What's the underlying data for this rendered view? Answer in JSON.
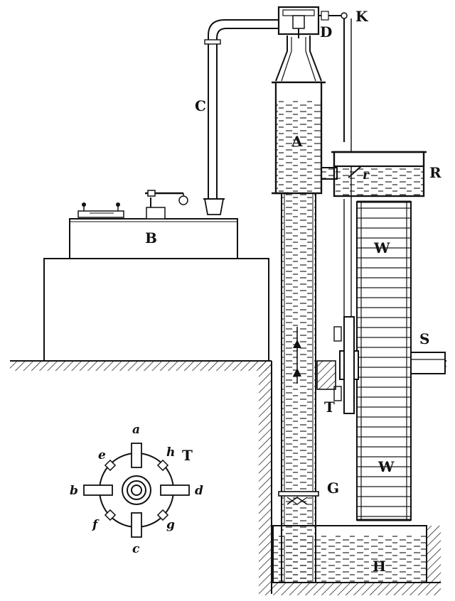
{
  "labels": {
    "A": "A",
    "B": "B",
    "C": "C",
    "D": "D",
    "K": "K",
    "R": "R",
    "r": "r",
    "W1": "W",
    "W2": "W",
    "S": "S",
    "T": "T",
    "G": "G",
    "H": "H",
    "inset_T": "T",
    "inset_a": "a",
    "inset_b": "b",
    "inset_c": "c",
    "inset_d": "d",
    "inset_e": "e",
    "inset_f": "f",
    "inset_g": "g",
    "inset_h": "h"
  },
  "colors": {
    "ink": "#111111",
    "paper": "#ffffff"
  }
}
